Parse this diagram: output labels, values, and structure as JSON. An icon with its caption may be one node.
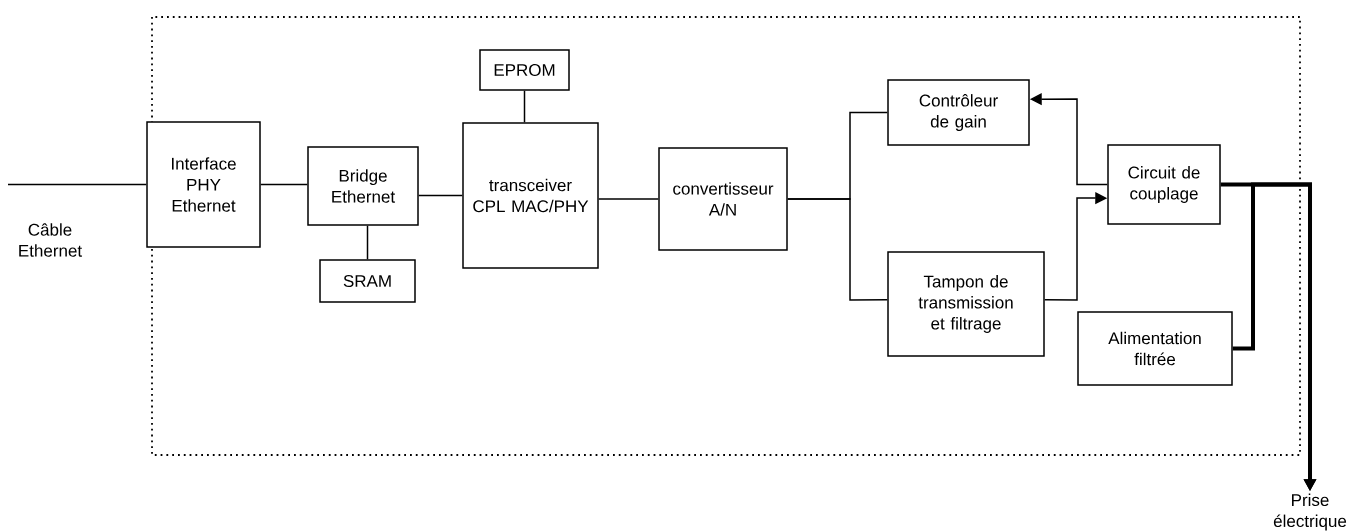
{
  "diagram": {
    "nodes": [
      {
        "text": [
          "Interface PHY Ethernet"
        ]
      },
      {
        "text": [
          "Bridge Ethernet"
        ]
      },
      {
        "text": [
          "SRAM"
        ]
      },
      {
        "text": [
          "EPROM"
        ]
      },
      {
        "text": [
          "transceiver CPL MAC/PHY"
        ]
      },
      {
        "text": [
          "convertisseur A/N"
        ]
      },
      {
        "text": [
          "Contrôleur de gain"
        ]
      },
      {
        "text": [
          "Circuit de couplage"
        ]
      },
      {
        "text": [
          "Tampon de transmission et filtrage"
        ]
      },
      {
        "text": [
          "Alimentation filtrée"
        ]
      },
      {
        "text": [
          "Prise électrique"
        ]
      }
    ],
    "edges": [
      {
        "from": null,
        "to": 0,
        "arrow": "none"
      },
      {
        "from": 0,
        "to": 1,
        "arrow": "none"
      },
      {
        "from": 1,
        "to": 2,
        "arrow": "none"
      },
      {
        "from": 1,
        "to": 4,
        "arrow": "none"
      },
      {
        "from": 3,
        "to": 4,
        "arrow": "none"
      },
      {
        "from": 4,
        "to": 5,
        "arrow": "none"
      },
      {
        "from": 5,
        "to": 6,
        "arrow": "none"
      },
      {
        "from": 5,
        "to": 8,
        "arrow": "none"
      },
      {
        "from": 7,
        "to": 6,
        "arrow": "to"
      },
      {
        "from": 8,
        "to": 7,
        "arrow": "to"
      },
      {
        "from": 7,
        "to": 10,
        "arrow": "to",
        "style": "thick"
      },
      {
        "from": 9,
        "to": 10,
        "arrow": "to",
        "style": "thick"
      }
    ],
    "labels": [
      "Câble Ethernet"
    ]
  }
}
